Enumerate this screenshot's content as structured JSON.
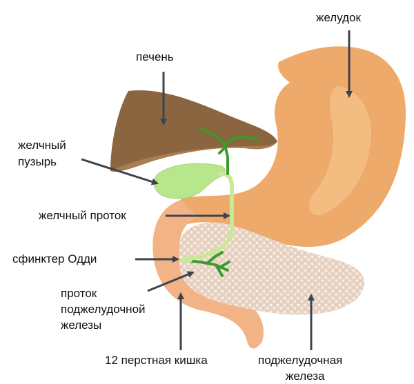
{
  "labels": {
    "stomach": "желудок",
    "liver": "печень",
    "gallbladder_line1": "желчный",
    "gallbladder_line2": "пузырь",
    "bile_duct": "желчный проток",
    "sphincter": "сфинктер Одди",
    "pancreatic_duct_line1": "проток",
    "pancreatic_duct_line2": "поджелудочной",
    "pancreatic_duct_line3": "железы",
    "duodenum": "12 перстная кишка",
    "pancreas_line1": "поджелудочная",
    "pancreas_line2": "железа"
  },
  "colors": {
    "stomach": "#eeaa6a",
    "stomach_shade": "#f3bd82",
    "duodenum": "#f2b486",
    "liver": "#8b6440",
    "liver_shade": "#a87d52",
    "gallbladder": "#b8e68a",
    "bile_duct": "#c8ea98",
    "bile_tree": "#3c9a2c",
    "pancreas": "#e8d4c4",
    "pancreas_dots": "#f8f0ea",
    "arrow": "#3d4450"
  }
}
